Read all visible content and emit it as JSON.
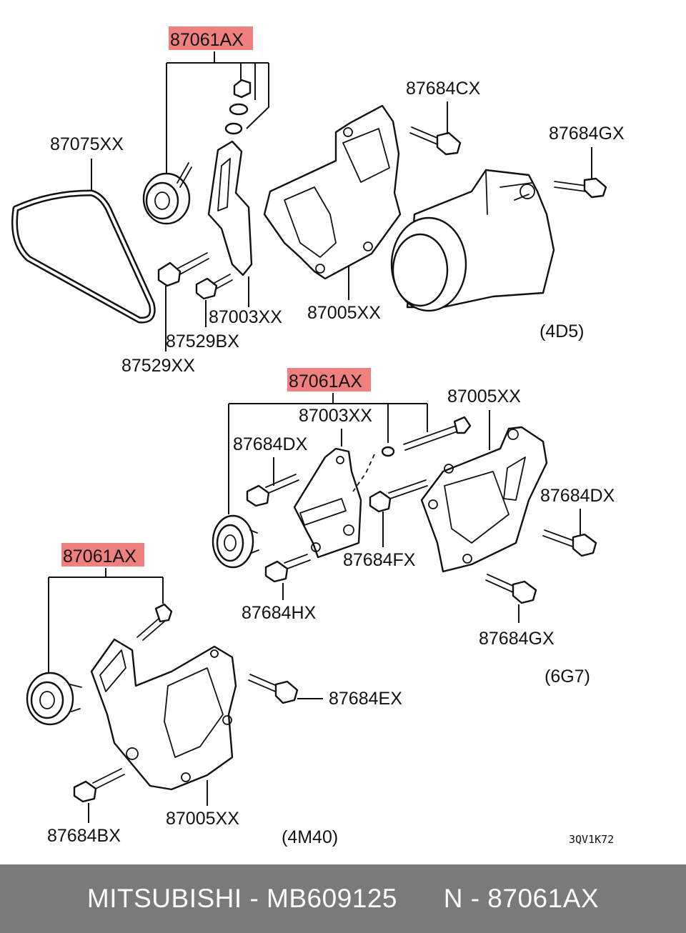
{
  "colors": {
    "highlight": "#f08080",
    "footer_bg": "#7a7a7a",
    "footer_text": "#ffffff",
    "line": "#111111"
  },
  "diagram": {
    "section_4d5": {
      "code": "(4D5)",
      "labels": {
        "assy": "87061AX",
        "bracket_top": "87684CX",
        "bolt_right": "87684GX",
        "belt": "87075XX",
        "arm": "87003XX",
        "bracket": "87005XX",
        "bolt_small": "87529BX",
        "bolt_pulley": "87529XX"
      }
    },
    "section_6g7": {
      "code": "(6G7)",
      "labels": {
        "assy": "87061AX",
        "bracket": "87005XX",
        "arm": "87003XX",
        "bolt_left": "87684DX",
        "bolt_right": "87684DX",
        "bolt_mid": "87684FX",
        "bolt_lower": "87684HX",
        "bolt_bottom": "87684GX"
      }
    },
    "section_4m40": {
      "code": "(4M40)",
      "labels": {
        "assy": "87061AX",
        "bolt_right": "87684EX",
        "bolt_left": "87684BX",
        "bracket": "87005XX"
      }
    },
    "drawing_code": "3QV1K72"
  },
  "footer": {
    "brand": "MITSUBISHI - MB609125",
    "part": "N - 87061AX"
  }
}
